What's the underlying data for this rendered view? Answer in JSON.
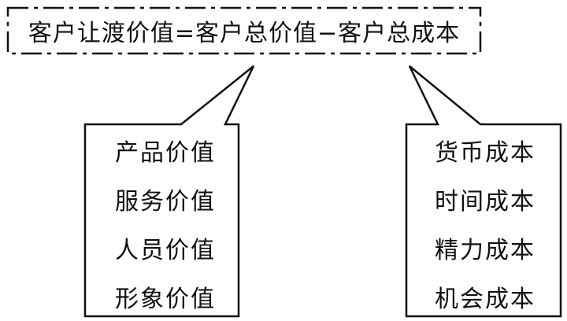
{
  "formula": "客户让渡价值=客户总价值−客户总成本",
  "left_callout": {
    "items": [
      "产品价值",
      "服务价值",
      "人员价值",
      "形象价值"
    ]
  },
  "right_callout": {
    "items": [
      "货币成本",
      "时间成本",
      "精力成本",
      "机会成本"
    ]
  },
  "colors": {
    "stroke": "#111111",
    "background": "#ffffff"
  }
}
